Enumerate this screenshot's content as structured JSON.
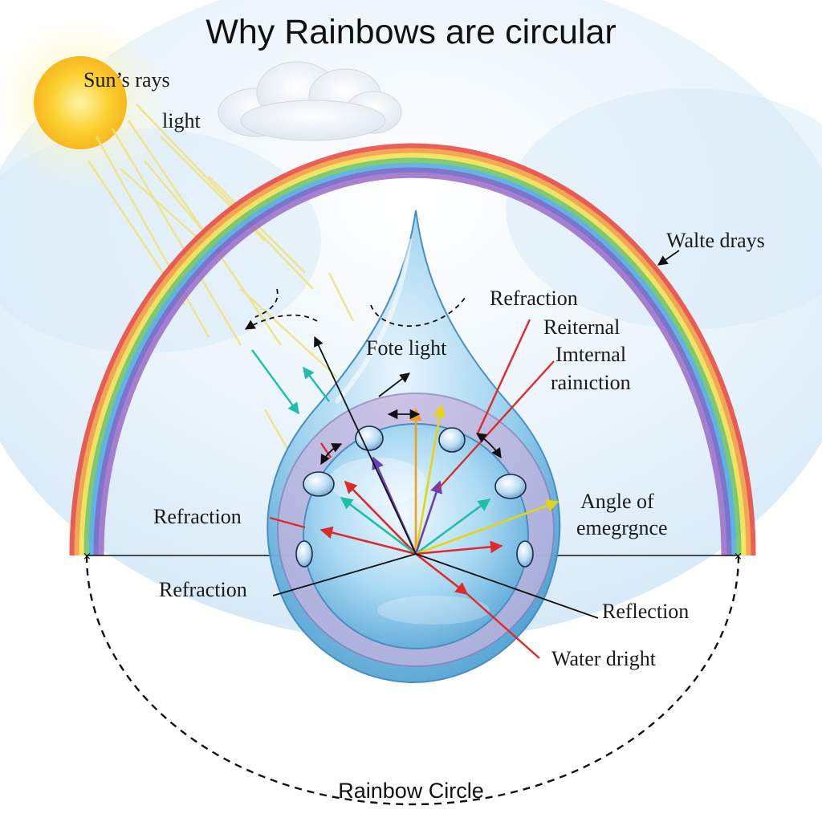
{
  "title": "Why Rainbows are circular",
  "labels": {
    "suns_rays": "Sun’s rays",
    "light": "light",
    "walte_drays": "Walte drays",
    "refraction_top": "Refraction",
    "reiternal": "Reiternal",
    "internal": "Imternal",
    "rainiction": "rainıction",
    "fote_light": "Fote light",
    "angle_of": "Angle of",
    "emergence": "emegrgnce",
    "refraction_left": "Refraction",
    "refraction_lower": "Refraction",
    "reflection": "Reflection",
    "water_dright": "Water dright",
    "rainbow_circle": "Rainbow Circle"
  },
  "colors": {
    "rainbow": [
      "#e8443a",
      "#f39a3a",
      "#f5e04a",
      "#6cc35a",
      "#4aa8e0",
      "#6a5fc4",
      "#9b6bc8"
    ],
    "ray_red": "#e02a2a",
    "ray_yellow": "#f2e11c",
    "ray_teal": "#1ebfa6",
    "ray_purple": "#6a3fb5",
    "ray_orange": "#f0a020",
    "drop_blue": "#7fc4ea",
    "drop_rim": "#b9a6d6",
    "sun": "#fbd132"
  }
}
